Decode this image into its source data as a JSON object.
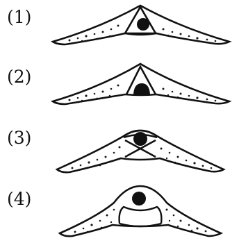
{
  "colors": {
    "ink": "#111111",
    "paper": "#ffffff"
  },
  "panels": [
    {
      "label": "(1)",
      "variant": "1"
    },
    {
      "label": "(2)",
      "variant": "2"
    },
    {
      "label": "(3)",
      "variant": "3"
    },
    {
      "label": "(4)",
      "variant": "4"
    }
  ]
}
